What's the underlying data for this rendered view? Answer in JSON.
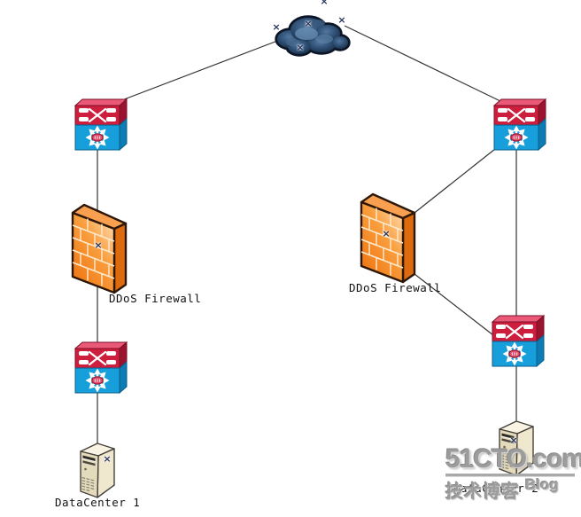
{
  "diagram": {
    "type": "network-topology",
    "nodes": [
      {
        "id": "internet-cloud",
        "type": "cloud",
        "label": ""
      },
      {
        "id": "switch-top-left",
        "type": "multilayer-switch",
        "label": ""
      },
      {
        "id": "switch-top-right",
        "type": "multilayer-switch",
        "label": ""
      },
      {
        "id": "firewall-left",
        "type": "firewall",
        "label": "DDoS Firewall"
      },
      {
        "id": "firewall-right",
        "type": "firewall",
        "label": "DDoS Firewall"
      },
      {
        "id": "switch-bottom-left",
        "type": "multilayer-switch",
        "label": ""
      },
      {
        "id": "switch-bottom-right",
        "type": "multilayer-switch",
        "label": ""
      },
      {
        "id": "server-left",
        "type": "server",
        "label": "DataCenter 1"
      },
      {
        "id": "server-right",
        "type": "server",
        "label": "DataCenter 2"
      }
    ],
    "edges": [
      {
        "from": "internet-cloud",
        "to": "switch-top-left"
      },
      {
        "from": "internet-cloud",
        "to": "switch-top-right"
      },
      {
        "from": "switch-top-left",
        "to": "firewall-left"
      },
      {
        "from": "firewall-left",
        "to": "switch-bottom-left"
      },
      {
        "from": "switch-bottom-left",
        "to": "server-left"
      },
      {
        "from": "switch-top-right",
        "to": "firewall-right"
      },
      {
        "from": "firewall-right",
        "to": "switch-bottom-right"
      },
      {
        "from": "switch-top-right",
        "to": "switch-bottom-right"
      },
      {
        "from": "switch-bottom-right",
        "to": "server-right"
      }
    ]
  },
  "labels": {
    "firewall_left": "DDoS Firewall",
    "firewall_right": "DDoS Firewall",
    "datacenter_left": "DataCenter 1",
    "datacenter_right": "DataCenter 2"
  },
  "watermark": {
    "brand": "51CTO.com",
    "tagline_cn": "技术博客",
    "tagline_en": "Blog"
  },
  "colors": {
    "switch_red": "#ce1e3e",
    "switch_blue": "#169fdb",
    "firewall_orange": "#f08424",
    "cloud_blue": "#2b4a6e",
    "connector_line": "#333333",
    "watermark_gray": "#9c9c9c"
  }
}
